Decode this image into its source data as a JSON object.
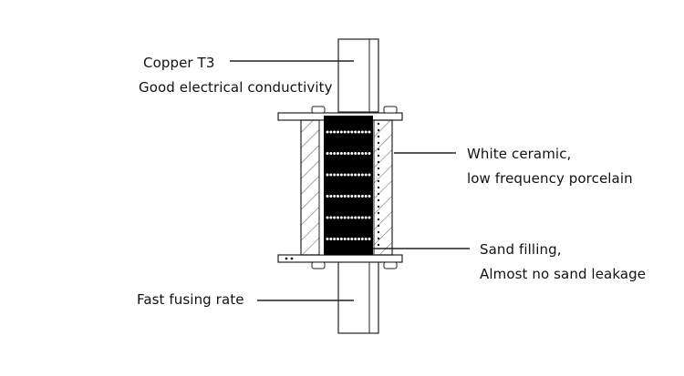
{
  "labels": {
    "copper_title": "Copper T3",
    "copper_desc": "Good electrical conductivity",
    "ceramic_title": "White ceramic,",
    "ceramic_desc": "low frequency porcelain",
    "sand_title": "Sand filling,",
    "sand_desc": "Almost no sand leakage",
    "fusing": "Fast fusing rate"
  },
  "colors": {
    "line": "#222222",
    "element": "#000000",
    "dots": "#ffffff",
    "background": "#ffffff"
  },
  "element": {
    "rows": 6,
    "dots_per_row": 13
  }
}
